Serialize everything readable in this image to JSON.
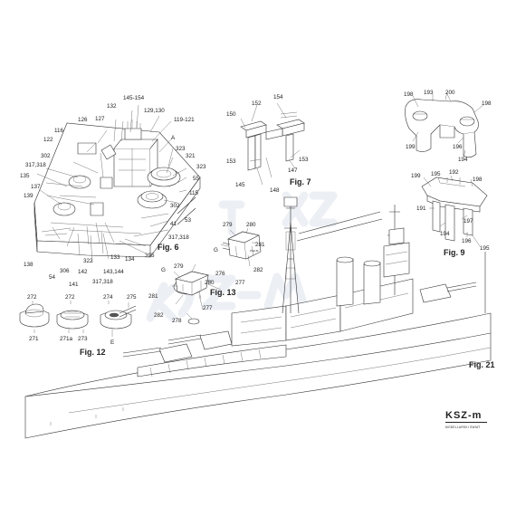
{
  "figures": {
    "fig6": {
      "caption": "Fig. 6",
      "labels": [
        "145-154",
        "132",
        "129,130",
        "126",
        "127",
        "119-121",
        "116",
        "A",
        "122",
        "323",
        "321",
        "302",
        "317,318",
        "135",
        "323",
        "137",
        "55",
        "139",
        "115",
        "302",
        "41",
        "53",
        "317,318",
        "395",
        "138",
        "306",
        "54",
        "142",
        "143,144",
        "133",
        "134",
        "322",
        "141",
        "317,318"
      ]
    },
    "fig7": {
      "caption": "Fig. 7",
      "labels": [
        "154",
        "152",
        "150",
        "153",
        "153",
        "147",
        "145",
        "148"
      ]
    },
    "fig9": {
      "caption": "Fig. 9",
      "labels": [
        "198",
        "193",
        "200",
        "198",
        "199",
        "196",
        "194",
        "199",
        "195",
        "192",
        "198",
        "191",
        "197",
        "194",
        "196",
        "195"
      ]
    },
    "fig12": {
      "caption": "Fig. 12",
      "labels": [
        "272",
        "272",
        "274",
        "275",
        "271",
        "271a",
        "273",
        "E"
      ]
    },
    "fig13": {
      "caption": "Fig. 13",
      "labels": [
        "279",
        "G",
        "280",
        "281",
        "282",
        "G",
        "279",
        "276",
        "281",
        "280",
        "277",
        "282",
        "278",
        "277"
      ]
    },
    "fig21": {
      "caption": "Fig. 21"
    }
  },
  "brand": {
    "watermark": "KSZ-M",
    "logo_title": "KSZ-m",
    "logo_subtitle": "MODELLARSKI SWIAT"
  }
}
